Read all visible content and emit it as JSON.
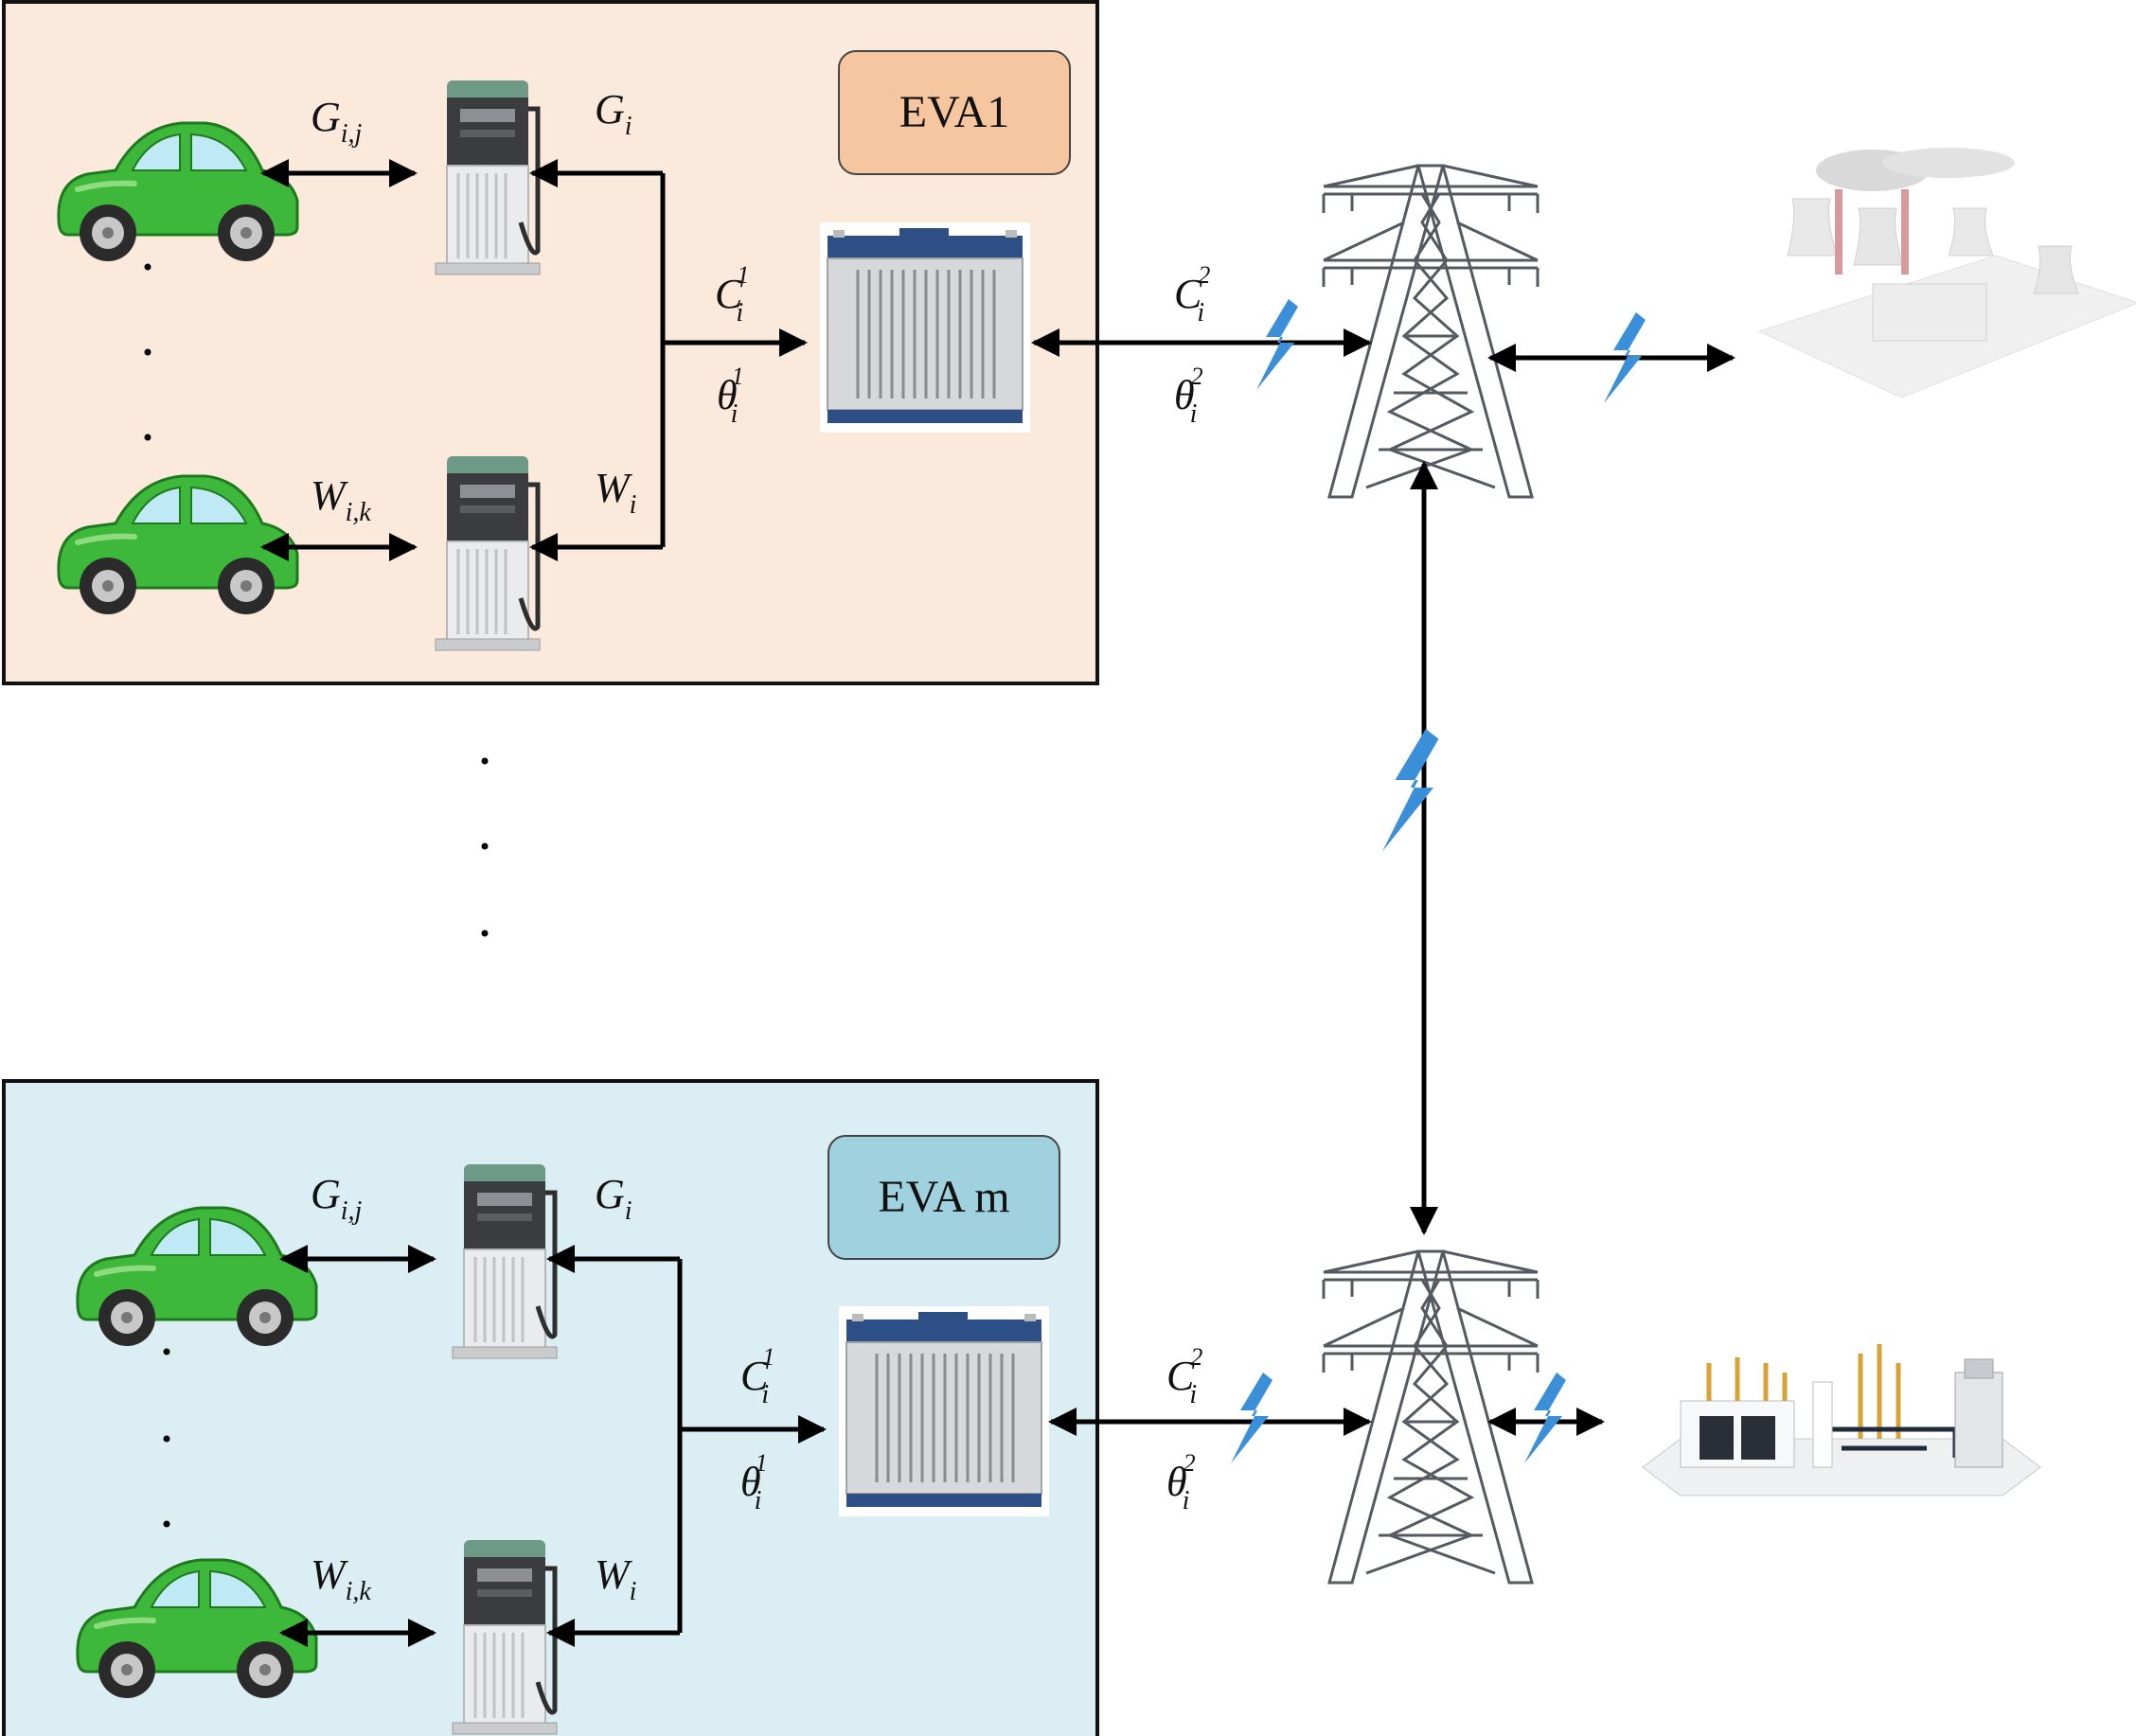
{
  "areas": [
    {
      "label": "EVA1",
      "bg_color": "#fbeadc",
      "label_bg_color": "#f6c6a0",
      "labels": {
        "car_link_top": {
          "base": "G",
          "sub": "i,j"
        },
        "car_link_bottom": {
          "base": "W",
          "sub": "i,k"
        },
        "charger_top": {
          "base": "G",
          "sub": "i"
        },
        "charger_bottom": {
          "base": "W",
          "sub": "i"
        },
        "storage_c": {
          "base": "C",
          "sub": "i",
          "sup": "1"
        },
        "storage_theta": {
          "base": "θ",
          "sub": "i",
          "sup": "1"
        },
        "grid_c": {
          "base": "C",
          "sub": "i",
          "sup": "2"
        },
        "grid_theta": {
          "base": "θ",
          "sub": "i",
          "sup": "2"
        }
      }
    },
    {
      "label": "EVA m",
      "bg_color": "#dbeef4",
      "label_bg_color": "#9fd2de",
      "labels": {
        "car_link_top": {
          "base": "G",
          "sub": "i,j"
        },
        "car_link_bottom": {
          "base": "W",
          "sub": "i,k"
        },
        "charger_top": {
          "base": "G",
          "sub": "i"
        },
        "charger_bottom": {
          "base": "W",
          "sub": "i"
        },
        "storage_c": {
          "base": "C",
          "sub": "i",
          "sup": "1"
        },
        "storage_theta": {
          "base": "θ",
          "sub": "i",
          "sup": "1"
        },
        "grid_c": {
          "base": "C",
          "sub": "i",
          "sup": "2"
        },
        "grid_theta": {
          "base": "θ",
          "sub": "i",
          "sup": "2"
        }
      }
    }
  ],
  "colors": {
    "car": "#3db83a",
    "lightning": "#3a8fd8",
    "arrow": "#000000",
    "tower": "#555a60"
  },
  "icons": [
    "car-icon",
    "charging-pile-icon",
    "energy-storage-icon",
    "transmission-tower-icon",
    "power-plant-icon",
    "substation-icon",
    "lightning-icon"
  ]
}
